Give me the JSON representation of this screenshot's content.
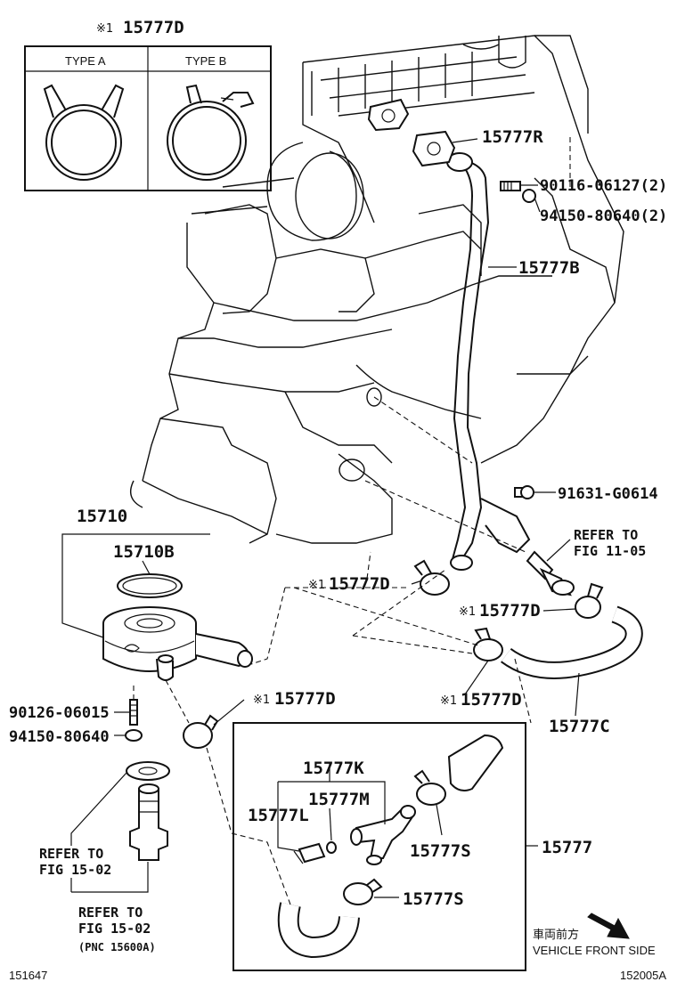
{
  "clamp_box": {
    "mark": "※1",
    "part_no": "15777D",
    "type_a": "TYPE A",
    "type_b": "TYPE B"
  },
  "labels": {
    "p15777R": "15777R",
    "p90116": "90116-06127(2)",
    "p94150_2": "94150-80640(2)",
    "p15777B": "15777B",
    "p91631": "91631-G0614",
    "refer_fig_1105_a": "REFER TO",
    "refer_fig_1105_b": "FIG 11-05",
    "p15710": "15710",
    "p15710B": "15710B",
    "clamp1": "15777D",
    "clamp2": "15777D",
    "clamp3": "15777D",
    "clamp4": "15777D",
    "p15777C": "15777C",
    "p90126": "90126-06015",
    "p94150": "94150-80640",
    "p15777K": "15777K",
    "p15777M": "15777M",
    "p15777L": "15777L",
    "p15777S_1": "15777S",
    "p15777S_2": "15777S",
    "p15777": "15777",
    "refer_fig_1502_a1": "REFER TO",
    "refer_fig_1502_a2": "FIG 15-02",
    "refer_fig_1502_b1": "REFER TO",
    "refer_fig_1502_b2": "FIG 15-02",
    "pnc": "(PNC 15600A)",
    "mark": "※1",
    "direction_jp": "車両前方",
    "direction_en": "VEHICLE FRONT SIDE",
    "code_left": "151647",
    "code_right": "152005A"
  }
}
